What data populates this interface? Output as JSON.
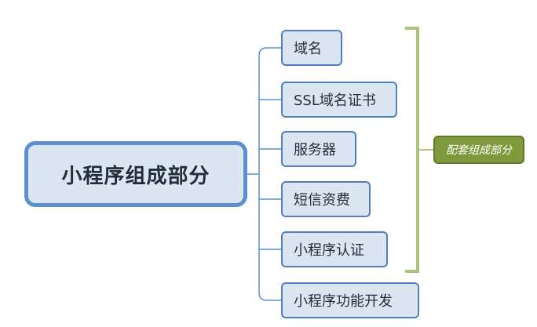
{
  "root": {
    "label": "小程序组成部分"
  },
  "nodes": [
    {
      "label": "域名"
    },
    {
      "label": "SSL域名证书"
    },
    {
      "label": "服务器"
    },
    {
      "label": "短信资费"
    },
    {
      "label": "小程序认证"
    },
    {
      "label": "小程序功能开发"
    }
  ],
  "bracket_tag": {
    "label": "配套组成部分"
  },
  "colors": {
    "node_fill": "#dce6f2",
    "node_border": "#4f7fbf",
    "root_border": "#5b8fd0",
    "connector": "#5b8fd0",
    "bracket": "#a9c47f",
    "tag_fill": "#7f9a3c"
  }
}
